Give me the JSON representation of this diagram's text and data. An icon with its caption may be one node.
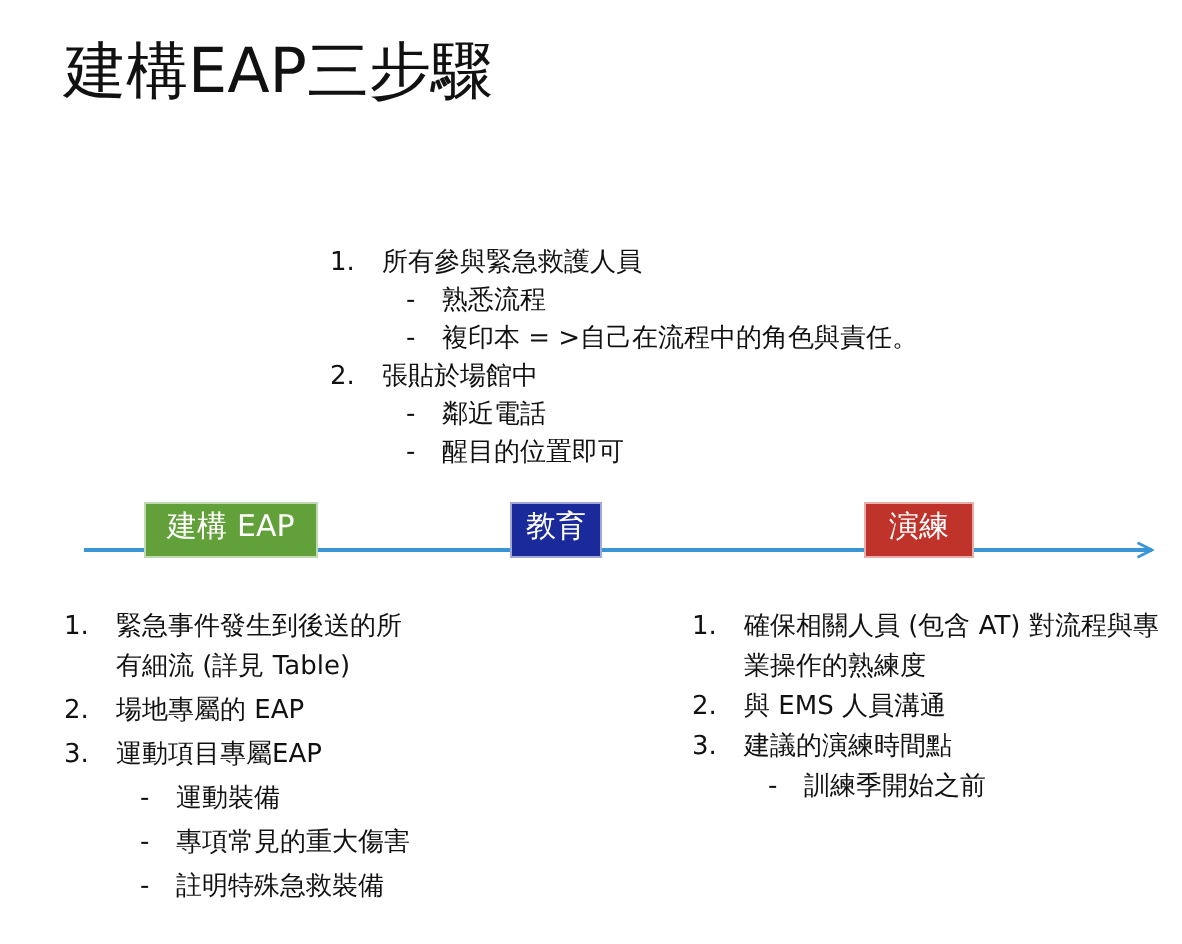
{
  "diagram": {
    "title": "建構EAP三步驟",
    "nodes": [
      {
        "text": [
          "建構 EAP"
        ]
      },
      {
        "text": [
          "教育"
        ]
      },
      {
        "text": [
          "演練"
        ]
      }
    ],
    "edges": [
      {
        "from": null,
        "to": 0,
        "arrow": "none"
      },
      {
        "from": 0,
        "to": 1,
        "arrow": "none"
      },
      {
        "from": 1,
        "to": 2,
        "arrow": "none"
      },
      {
        "from": 2,
        "to": null,
        "arrow": "to"
      }
    ],
    "labels": [
      "1.",
      "所有參與緊急救護人員",
      "-",
      "熟悉流程",
      "-",
      "複印本 = >自己在流程中的角色與責任。",
      "2.",
      "張貼於場館中",
      "-",
      "鄰近電話",
      "-",
      "醒目的位置即可",
      "1.",
      "緊急事件發生到後送的所有細流 (詳見 Table)",
      "2.",
      "場地專屬的 EAP",
      "3.",
      "運動項目專屬EAP",
      "-",
      "運動裝備",
      "-",
      "專項常見的重大傷害",
      "-",
      "註明特殊急救裝備",
      "1.",
      "確保相關人員 (包含 AT) 對流程與專業操作的熟練度",
      "2.",
      "與 EMS 人員溝通",
      "3.",
      "建議的演練時間點",
      "-",
      "訓練季開始之前"
    ]
  }
}
